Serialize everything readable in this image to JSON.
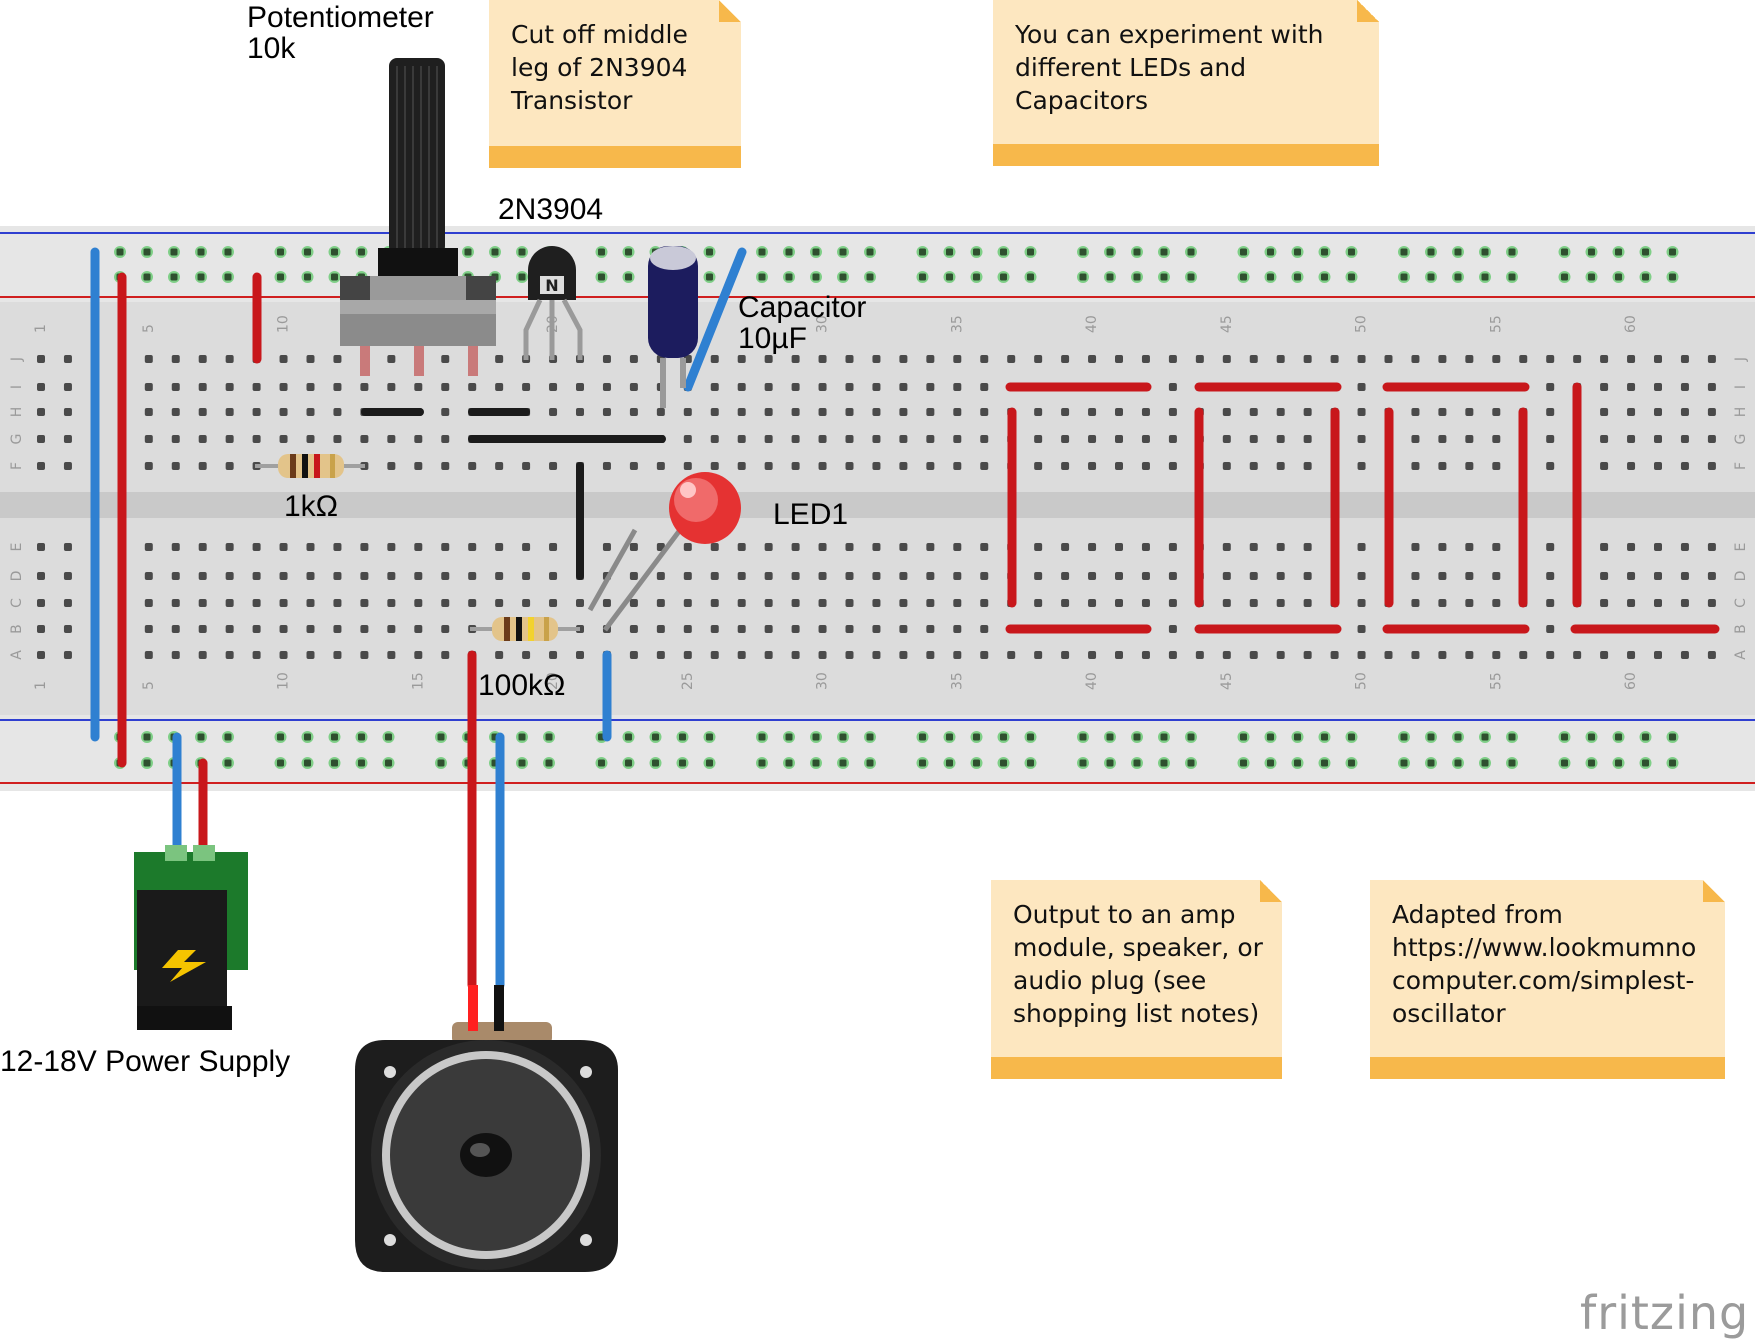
{
  "labels": {
    "potentiometer": "Potentiometer\n10k",
    "transistor": "2N3904",
    "capacitor": "Capacitor\n10µF",
    "led": "LED1",
    "resistor_1k": "1kΩ",
    "resistor_100k": "100kΩ",
    "power_supply": "12-18V Power Supply"
  },
  "notes": {
    "cut_leg": "Cut off middle\nleg of 2N3904\nTransistor",
    "experiment": "You can experiment with\ndifferent LEDs and\nCapacitors",
    "output": "Output to an amp\nmodule, speaker, or\naudio plug (see\nshopping list notes)",
    "adapted": "Adapted from\nhttps://www.lookmumno\ncomputer.com/simplest-\noscillator"
  },
  "breadboard": {
    "column_numbers": [
      "1",
      "5",
      "10",
      "15",
      "20",
      "25",
      "30",
      "35",
      "40",
      "45",
      "50",
      "55",
      "60"
    ],
    "row_letters_top": [
      "J",
      "I",
      "H",
      "G",
      "F"
    ],
    "row_letters_bottom": [
      "E",
      "D",
      "C",
      "B",
      "A"
    ]
  },
  "brand": "fritzing",
  "colors": {
    "wire_red": "#c8171b",
    "wire_blue": "#2f80d1",
    "wire_black": "#1b1b1b",
    "board": "#dcdcdc",
    "note_body": "#fde7c0",
    "note_bar": "#f7b84b"
  }
}
